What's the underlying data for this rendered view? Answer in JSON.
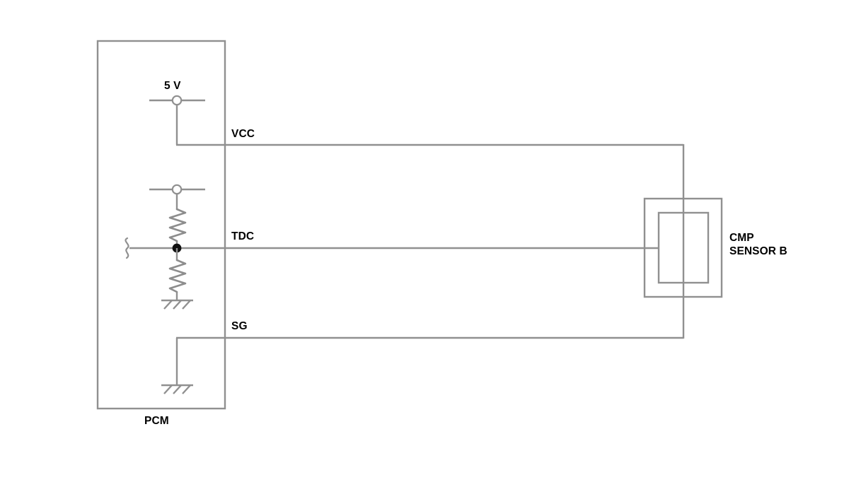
{
  "diagram": {
    "title": "CMP Sensor B circuit diagram",
    "type": "automotive-wiring-schematic",
    "background_color": "#ffffff",
    "wire_color": "#909090",
    "text_color": "#000000",
    "labels": {
      "supply": "5 V",
      "vcc": "VCC",
      "tdc": "TDC",
      "sg": "SG",
      "pcm": "PCM",
      "sensor": "CMP\nSENSOR B"
    },
    "components": {
      "pcm_module": {
        "name": "PCM",
        "caption": "PCM"
      },
      "sensor_module": {
        "name": "CMP SENSOR B",
        "caption_line1": "CMP",
        "caption_line2": "SENSOR B"
      },
      "supply_terminal": {
        "name": "5 V supply terminal",
        "voltage": "5 V"
      },
      "pullup_resistor": {
        "name": "pull-up resistor"
      },
      "pulldown_resistor": {
        "name": "pull-down resistor"
      },
      "junction_dot": {
        "name": "TDC signal junction"
      },
      "ground_tdc": {
        "name": "TDC branch ground"
      },
      "ground_sg": {
        "name": "SG ground"
      }
    },
    "wires": [
      {
        "name": "VCC",
        "from": "PCM 5 V node",
        "to": "CMP SENSOR B"
      },
      {
        "name": "TDC",
        "from": "PCM TDC junction",
        "to": "CMP SENSOR B"
      },
      {
        "name": "SG",
        "from": "PCM ground",
        "to": "CMP SENSOR B"
      }
    ]
  }
}
